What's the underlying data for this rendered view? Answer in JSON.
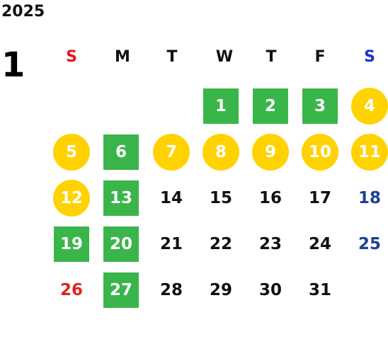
{
  "year": "2025",
  "month": "1",
  "weekdays": [
    "S",
    "M",
    "T",
    "W",
    "T",
    "F",
    "S"
  ],
  "colors": {
    "green_marker": "#3ab54a",
    "yellow_marker": "#ffd200",
    "sunday": "#e8141c",
    "saturday": "#1a33cc"
  },
  "weeks": [
    [
      null,
      null,
      null,
      {
        "day": "1",
        "mark": "green"
      },
      {
        "day": "2",
        "mark": "green"
      },
      {
        "day": "3",
        "mark": "green"
      },
      {
        "day": "4",
        "mark": "yellow"
      }
    ],
    [
      {
        "day": "5",
        "mark": "yellow"
      },
      {
        "day": "6",
        "mark": "green"
      },
      {
        "day": "7",
        "mark": "yellow"
      },
      {
        "day": "8",
        "mark": "yellow"
      },
      {
        "day": "9",
        "mark": "yellow"
      },
      {
        "day": "10",
        "mark": "yellow"
      },
      {
        "day": "11",
        "mark": "yellow"
      }
    ],
    [
      {
        "day": "12",
        "mark": "yellow"
      },
      {
        "day": "13",
        "mark": "green"
      },
      {
        "day": "14",
        "mark": "none"
      },
      {
        "day": "15",
        "mark": "none"
      },
      {
        "day": "16",
        "mark": "none"
      },
      {
        "day": "17",
        "mark": "none"
      },
      {
        "day": "18",
        "mark": "none"
      }
    ],
    [
      {
        "day": "19",
        "mark": "green"
      },
      {
        "day": "20",
        "mark": "green"
      },
      {
        "day": "21",
        "mark": "none"
      },
      {
        "day": "22",
        "mark": "none"
      },
      {
        "day": "23",
        "mark": "none"
      },
      {
        "day": "24",
        "mark": "none"
      },
      {
        "day": "25",
        "mark": "none"
      }
    ],
    [
      {
        "day": "26",
        "mark": "none"
      },
      {
        "day": "27",
        "mark": "green"
      },
      {
        "day": "28",
        "mark": "none"
      },
      {
        "day": "29",
        "mark": "none"
      },
      {
        "day": "30",
        "mark": "none"
      },
      {
        "day": "31",
        "mark": "none"
      },
      null
    ]
  ]
}
